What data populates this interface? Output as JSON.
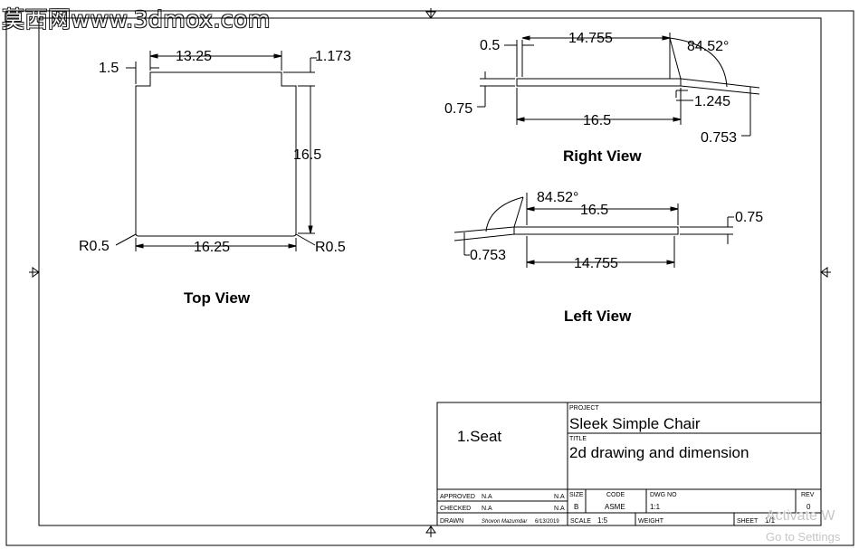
{
  "watermark": "莫西网www.3dmox.com",
  "views": {
    "top": "Top View",
    "right": "Right View",
    "left": "Left View"
  },
  "dims": {
    "top": {
      "d13_25": "13.25",
      "d1_5": "1.5",
      "d1_173": "1.173",
      "d16_5": "16.5",
      "d16_25": "16.25",
      "r_left": "R0.5",
      "r_right": "R0.5"
    },
    "right": {
      "d0_5": "0.5",
      "d14_755": "14.755",
      "d84_52": "84.52°",
      "d0_75": "0.75",
      "d16_5": "16.5",
      "d1_245": "1.245",
      "d0_753": "0.753"
    },
    "left": {
      "d84_52": "84.52°",
      "d16_5": "16.5",
      "d0_75": "0.75",
      "d0_753": "0.753",
      "d14_755": "14.755"
    }
  },
  "title_block": {
    "part": "1.Seat",
    "project_label": "PROJECT",
    "project": "Sleek Simple Chair",
    "title_label": "TITLE",
    "title": "2d drawing and dimension",
    "approved_label": "APPROVED",
    "approved_value": "N.A",
    "approved_value2": "N.A",
    "checked_label": "CHECKED",
    "checked_value": "N.A",
    "checked_value2": "N.A",
    "drawn_label": "DRAWN",
    "drawn_value": "Shovon Mazumdar",
    "drawn_date": "6/13/2019",
    "size_label": "SIZE",
    "size": "B",
    "code_label": "CODE",
    "code": "ASME",
    "dwg_label": "DWG NO",
    "dwg": "1:1",
    "rev_label": "REV",
    "rev": "0",
    "scale_label": "SCALE",
    "scale": "1:5",
    "weight_label": "WEIGHT",
    "sheet_label": "SHEET",
    "sheet": "1/1"
  },
  "os_overlay": {
    "activate": "Activate W",
    "settings": "Go to Settings"
  }
}
